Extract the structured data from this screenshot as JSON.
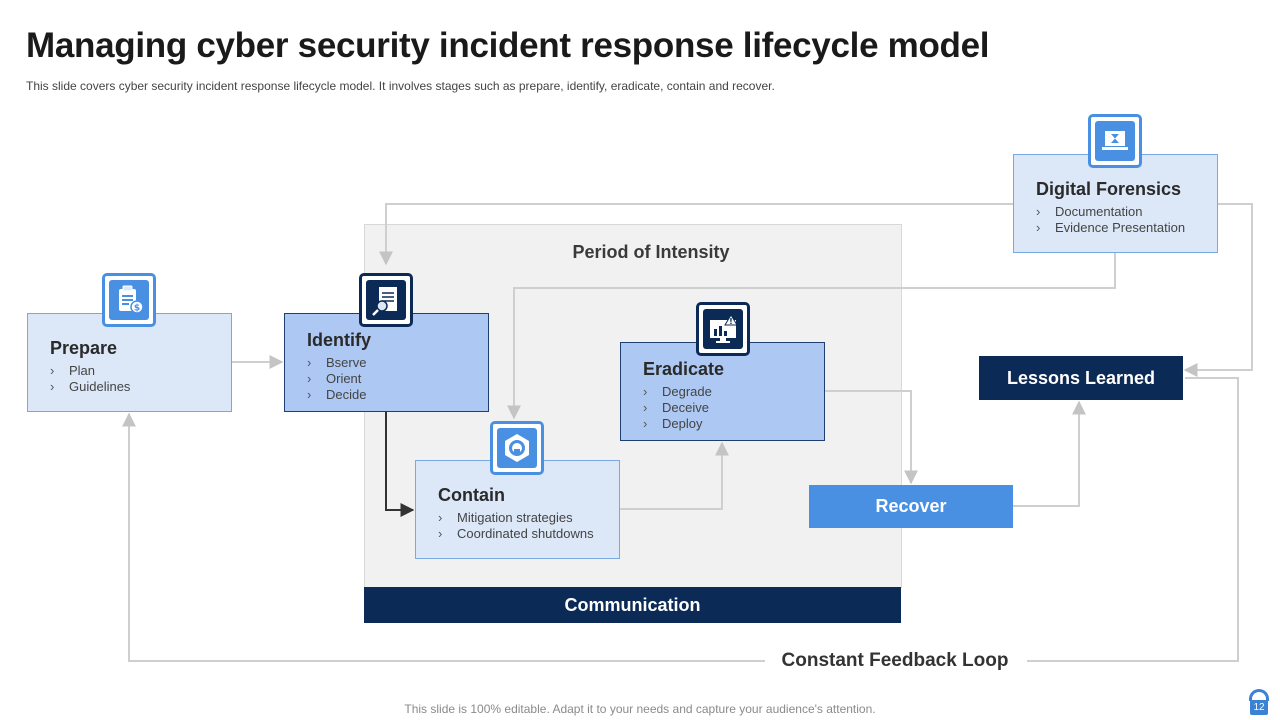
{
  "slide": {
    "title": "Managing cyber security incident response lifecycle model",
    "subtitle": "This slide covers cyber security incident response lifecycle model. It involves stages such as prepare, identify, eradicate, contain and recover.",
    "footer": "This slide is 100% editable. Adapt it to your needs and capture your audience's attention.",
    "page_number": "12"
  },
  "diagram": {
    "period_label": "Period of Intensity",
    "communication_label": "Communication",
    "recover_label": "Recover",
    "lessons_label": "Lessons Learned",
    "feedback_label": "Constant Feedback Loop",
    "prepare": {
      "title": "Prepare",
      "items": [
        "Plan",
        "Guidelines"
      ],
      "icon": "clipboard-dollar-icon"
    },
    "identify": {
      "title": "Identify",
      "items": [
        "Bserve",
        "Orient",
        "Decide"
      ],
      "icon": "document-search-icon"
    },
    "contain": {
      "title": "Contain",
      "items": [
        "Mitigation strategies",
        "Coordinated  shutdowns"
      ],
      "icon": "shield-lock-icon"
    },
    "eradicate": {
      "title": "Eradicate",
      "items": [
        "Degrade",
        "Deceive",
        "Deploy"
      ],
      "icon": "chart-alert-icon"
    },
    "forensics": {
      "title": "Digital Forensics",
      "items": [
        "Documentation",
        "Evidence  Presentation"
      ],
      "icon": "laptop-hourglass-icon"
    }
  },
  "colors": {
    "navy": "#0b2a55",
    "blue": "#4a90e2",
    "light_box": "#dce8f8",
    "mid_box": "#adc8f2",
    "intensity_panel": "#f1f1f1",
    "connector": "#cfcfcf"
  }
}
